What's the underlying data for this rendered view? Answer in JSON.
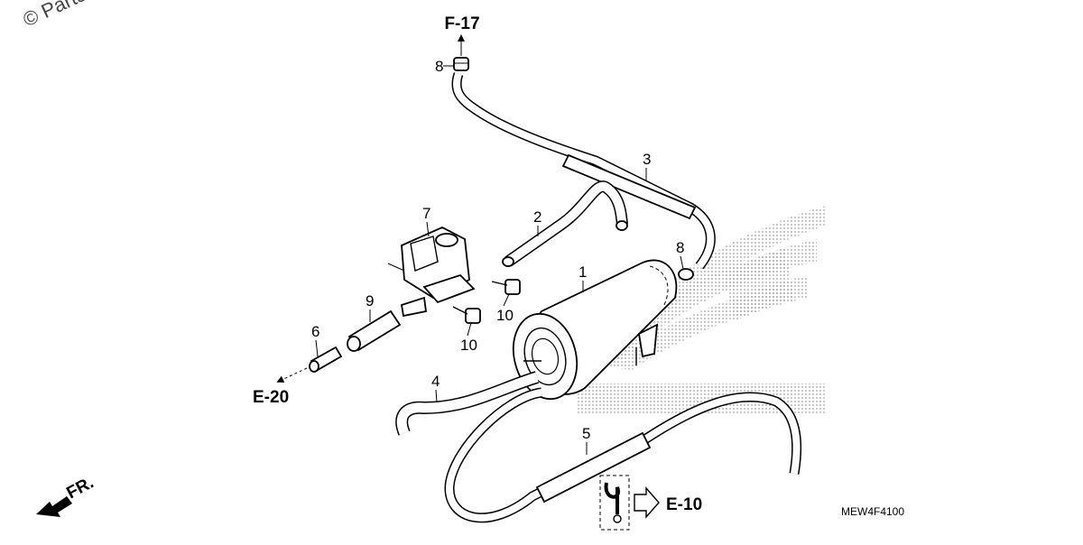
{
  "diagram": {
    "watermark": "© Parts",
    "refs": {
      "f17": "F-17",
      "e20": "E-20",
      "e10": "E-10",
      "fr": "FR."
    },
    "code": "MEW4F4100",
    "callouts": {
      "c1": "1",
      "c2": "2",
      "c3": "3",
      "c4": "4",
      "c5": "5",
      "c6": "6",
      "c7": "7",
      "c8a": "8",
      "c8b": "8",
      "c9": "9",
      "c10a": "10",
      "c10b": "10"
    }
  }
}
